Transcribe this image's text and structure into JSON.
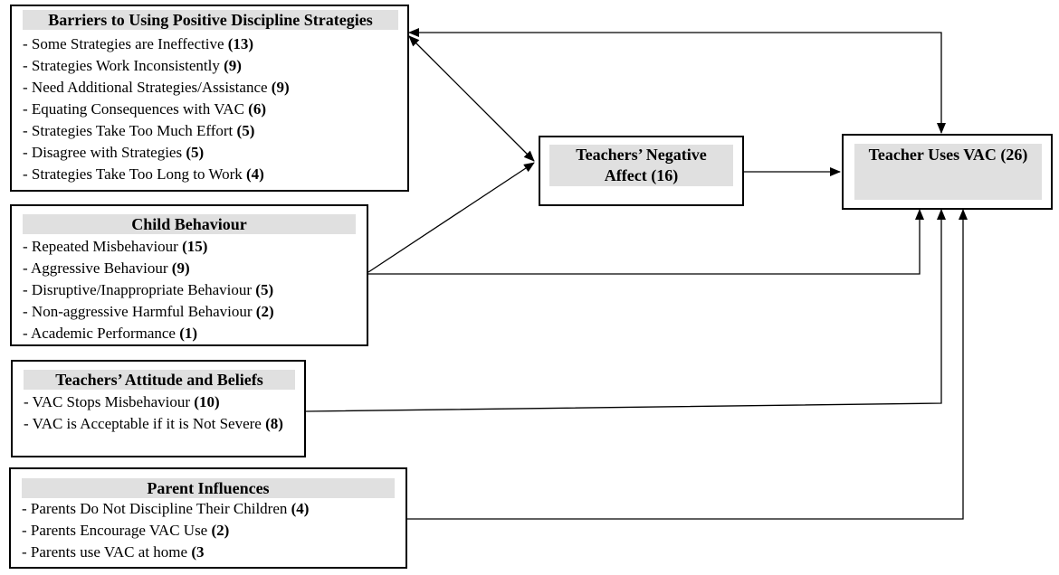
{
  "barriers": {
    "title": "Barriers to Using Positive Discipline Strategies",
    "items": [
      {
        "prefix": "- ",
        "text": "Some Strategies are Ineffective ",
        "count": "(13)"
      },
      {
        "prefix": "- ",
        "text": "Strategies Work Inconsistently ",
        "count": "(9)"
      },
      {
        "prefix": "- ",
        "text": "Need Additional Strategies/Assistance ",
        "count": "(9)"
      },
      {
        "prefix": "- ",
        "text": "Equating Consequences with VAC ",
        "count": "(6)"
      },
      {
        "prefix": "- ",
        "text": "Strategies Take Too Much Effort ",
        "count": "(5)"
      },
      {
        "prefix": "- ",
        "text": "Disagree with Strategies ",
        "count": "(5)"
      },
      {
        "prefix": "- ",
        "text": "Strategies Take Too Long to Work ",
        "count": "(4)"
      }
    ]
  },
  "child_behaviour": {
    "title": "Child Behaviour",
    "items": [
      {
        "prefix": "- ",
        "text": "Repeated Misbehaviour ",
        "count": "(15)"
      },
      {
        "prefix": "- ",
        "text": "Aggressive Behaviour ",
        "count": "(9)"
      },
      {
        "prefix": "- ",
        "text": "Disruptive/Inappropriate Behaviour ",
        "count": "(5)"
      },
      {
        "prefix": "- ",
        "text": "Non-aggressive Harmful Behaviour ",
        "count": "(2)"
      },
      {
        "prefix": "- ",
        "text": "Academic Performance ",
        "count": "(1)"
      }
    ]
  },
  "attitudes": {
    "title": "Teachers’ Attitude and Beliefs",
    "items": [
      {
        "prefix": "- ",
        "text": "VAC Stops Misbehaviour ",
        "count": "(10)"
      },
      {
        "prefix": "- ",
        "text": "VAC is Acceptable if it is Not Severe ",
        "count": "(8)"
      }
    ]
  },
  "parents": {
    "title": "Parent Influences",
    "items": [
      {
        "prefix": "- ",
        "text": "Parents Do Not Discipline Their Children ",
        "count": "(4)"
      },
      {
        "prefix": "- ",
        "text": "Parents Encourage VAC Use ",
        "count": "(2)"
      },
      {
        "prefix": "- ",
        "text": "Parents use VAC at home ",
        "count": "(3"
      }
    ]
  },
  "negative_affect": {
    "line1": "Teachers’ Negative",
    "line2": "Affect (16)"
  },
  "uses_vac": {
    "title": "Teacher Uses VAC (26)"
  },
  "colors": {
    "header_fill": "#e0e0e0",
    "border": "#000000"
  }
}
